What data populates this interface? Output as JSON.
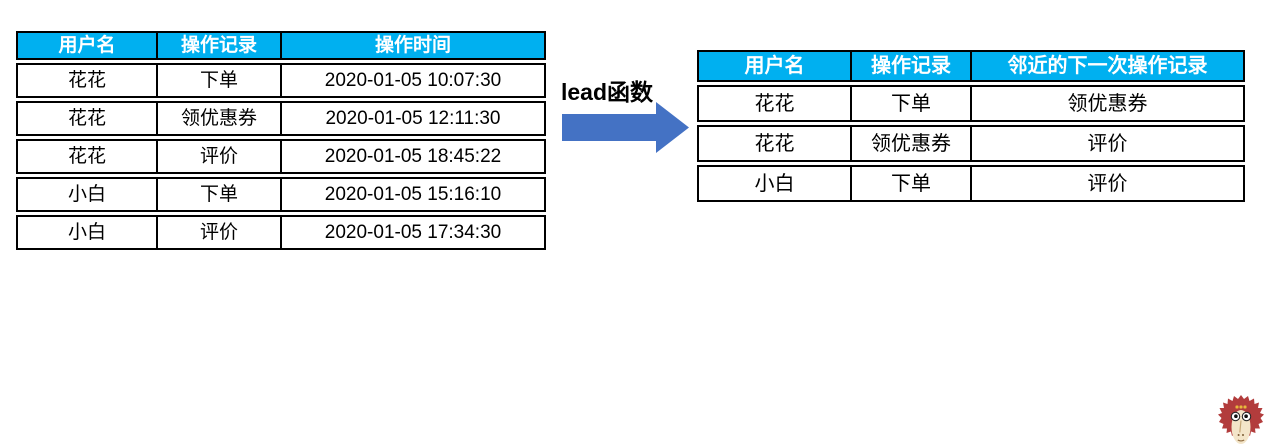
{
  "arrow": {
    "label": "lead函数"
  },
  "tables": {
    "source": {
      "headers": [
        "用户名",
        "操作记录",
        "操作时间"
      ],
      "rows": [
        [
          "花花",
          "下单",
          "2020-01-05 10:07:30"
        ],
        [
          "花花",
          "领优惠券",
          "2020-01-05 12:11:30"
        ],
        [
          "花花",
          "评价",
          "2020-01-05 18:45:22"
        ],
        [
          "小白",
          "下单",
          "2020-01-05 15:16:10"
        ],
        [
          "小白",
          "评价",
          "2020-01-05 17:34:30"
        ]
      ]
    },
    "result": {
      "headers": [
        "用户名",
        "操作记录",
        "邻近的下一次操作记录"
      ],
      "rows": [
        [
          "花花",
          "下单",
          "领优惠券"
        ],
        [
          "花花",
          "领优惠券",
          "评价"
        ],
        [
          "小白",
          "下单",
          "评价"
        ]
      ]
    }
  },
  "colors": {
    "header_bg": "#00B0F0",
    "header_text": "#FFFFFF",
    "arrow_fill": "#4472C4",
    "table_border": "#000000",
    "mascot_fur": "#B23C3C",
    "mascot_face": "#F3E5C9"
  },
  "icons": {
    "mascot": "monkey-mascot-icon",
    "arrow": "right-arrow-icon"
  }
}
